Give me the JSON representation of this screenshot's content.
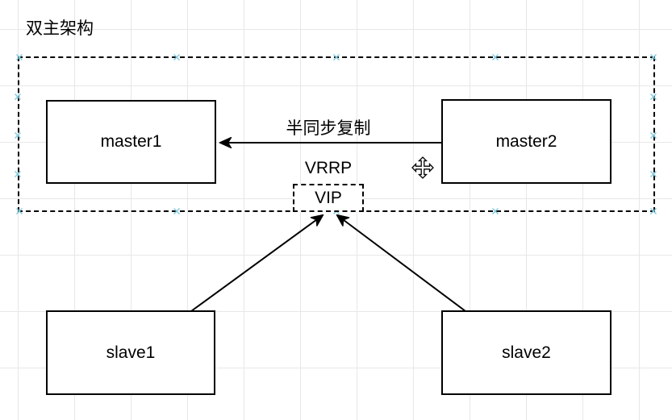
{
  "canvas": {
    "title": "双主架构"
  },
  "nodes": [
    {
      "id": "master1",
      "label": "master1"
    },
    {
      "id": "master2",
      "label": "master2"
    },
    {
      "id": "slave1",
      "label": "slave1"
    },
    {
      "id": "slave2",
      "label": "slave2"
    }
  ],
  "vip_box": {
    "label": "VIP"
  },
  "edge_labels": {
    "replication": "半同步复制",
    "vrrp": "VRRP"
  },
  "colors": {
    "background": "#ffffff",
    "grid_line": "#e7e7e7",
    "shape_stroke": "#000000",
    "selection_handle": "#7fc9dd"
  }
}
